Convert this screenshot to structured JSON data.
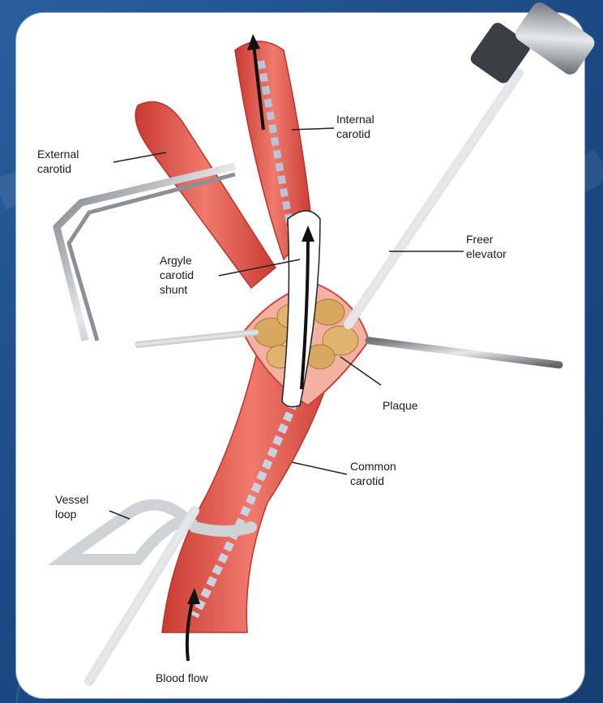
{
  "labels": {
    "internal_carotid": [
      "Internal",
      "carotid"
    ],
    "external_carotid": [
      "External",
      "carotid"
    ],
    "argyle_shunt": [
      "Argyle",
      "carotid",
      "shunt"
    ],
    "freer_elevator": [
      "Freer",
      "elevator"
    ],
    "plaque": "Plaque",
    "common_carotid": [
      "Common",
      "carotid"
    ],
    "vessel_loop": [
      "Vessel",
      "loop"
    ],
    "blood_flow": "Blood flow"
  },
  "colors": {
    "vessel": "#e8564a",
    "vessel_dark": "#c93a32",
    "plaque": "#d9a860",
    "instrument": "#9aa0a6",
    "slide_background": "#1f4f8a"
  }
}
